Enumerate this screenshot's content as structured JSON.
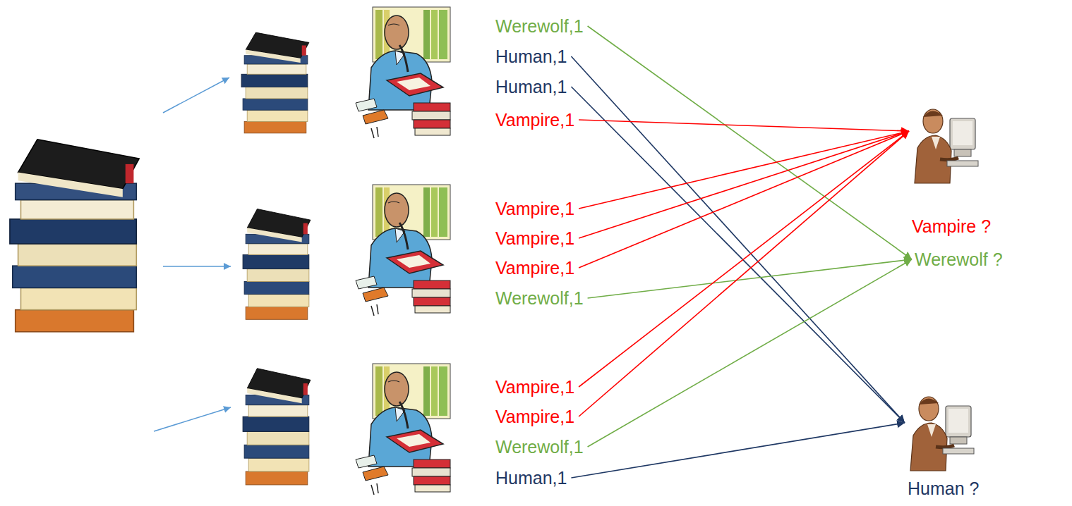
{
  "diagram": {
    "nodes": [
      {
        "text": [
          "Werewolf,1"
        ]
      },
      {
        "text": [
          "Human,1"
        ]
      },
      {
        "text": [
          "Human,1"
        ]
      },
      {
        "text": [
          "Vampire,1"
        ]
      },
      {
        "text": [
          "Vampire,1"
        ]
      },
      {
        "text": [
          "Vampire,1"
        ]
      },
      {
        "text": [
          "Vampire,1"
        ]
      },
      {
        "text": [
          "Werewolf,1"
        ]
      },
      {
        "text": [
          "Vampire,1"
        ]
      },
      {
        "text": [
          "Vampire,1"
        ]
      },
      {
        "text": [
          "Werewolf,1"
        ]
      },
      {
        "text": [
          "Human,1"
        ]
      },
      {
        "text": [
          "Vampire ?"
        ]
      },
      {
        "text": [
          "Werewolf ?"
        ]
      },
      {
        "text": [
          "Human ?"
        ]
      }
    ],
    "edges": [
      {
        "from": 0,
        "to": 13,
        "arrow": "to"
      },
      {
        "from": 1,
        "to": 14,
        "arrow": "to"
      },
      {
        "from": 2,
        "to": 14,
        "arrow": "to"
      },
      {
        "from": 3,
        "to": 12,
        "arrow": "to"
      },
      {
        "from": 4,
        "to": 12,
        "arrow": "to"
      },
      {
        "from": 5,
        "to": 12,
        "arrow": "to"
      },
      {
        "from": 6,
        "to": 12,
        "arrow": "to"
      },
      {
        "from": 7,
        "to": 13,
        "arrow": "to"
      },
      {
        "from": 8,
        "to": 12,
        "arrow": "to"
      },
      {
        "from": 9,
        "to": 12,
        "arrow": "to"
      },
      {
        "from": 10,
        "to": 13,
        "arrow": "to"
      },
      {
        "from": 11,
        "to": 14,
        "arrow": "to"
      }
    ]
  }
}
